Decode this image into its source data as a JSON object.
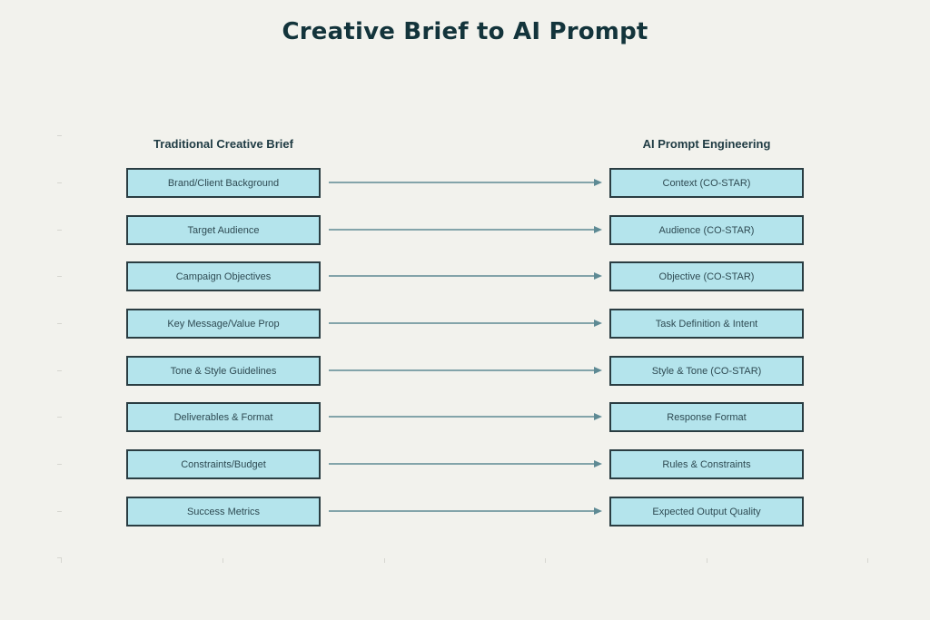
{
  "title": "Creative Brief to AI Prompt",
  "columns": {
    "left_header": "Traditional Creative Brief",
    "right_header": "AI Prompt Engineering"
  },
  "mappings": [
    {
      "from": "Brand/Client Background",
      "to": "Context (CO-STAR)"
    },
    {
      "from": "Target Audience",
      "to": "Audience (CO-STAR)"
    },
    {
      "from": "Campaign Objectives",
      "to": "Objective (CO-STAR)"
    },
    {
      "from": "Key Message/Value Prop",
      "to": "Task Definition & Intent"
    },
    {
      "from": "Tone & Style Guidelines",
      "to": "Style & Tone (CO-STAR)"
    },
    {
      "from": "Deliverables & Format",
      "to": "Response Format"
    },
    {
      "from": "Constraints/Budget",
      "to": "Rules & Constraints"
    },
    {
      "from": "Success Metrics",
      "to": "Expected Output Quality"
    }
  ],
  "colors": {
    "background": "#f2f2ed",
    "box_fill": "#b4e4ec",
    "box_border": "#2a3d42",
    "arrow": "#5e8a94",
    "title": "#13343b"
  }
}
